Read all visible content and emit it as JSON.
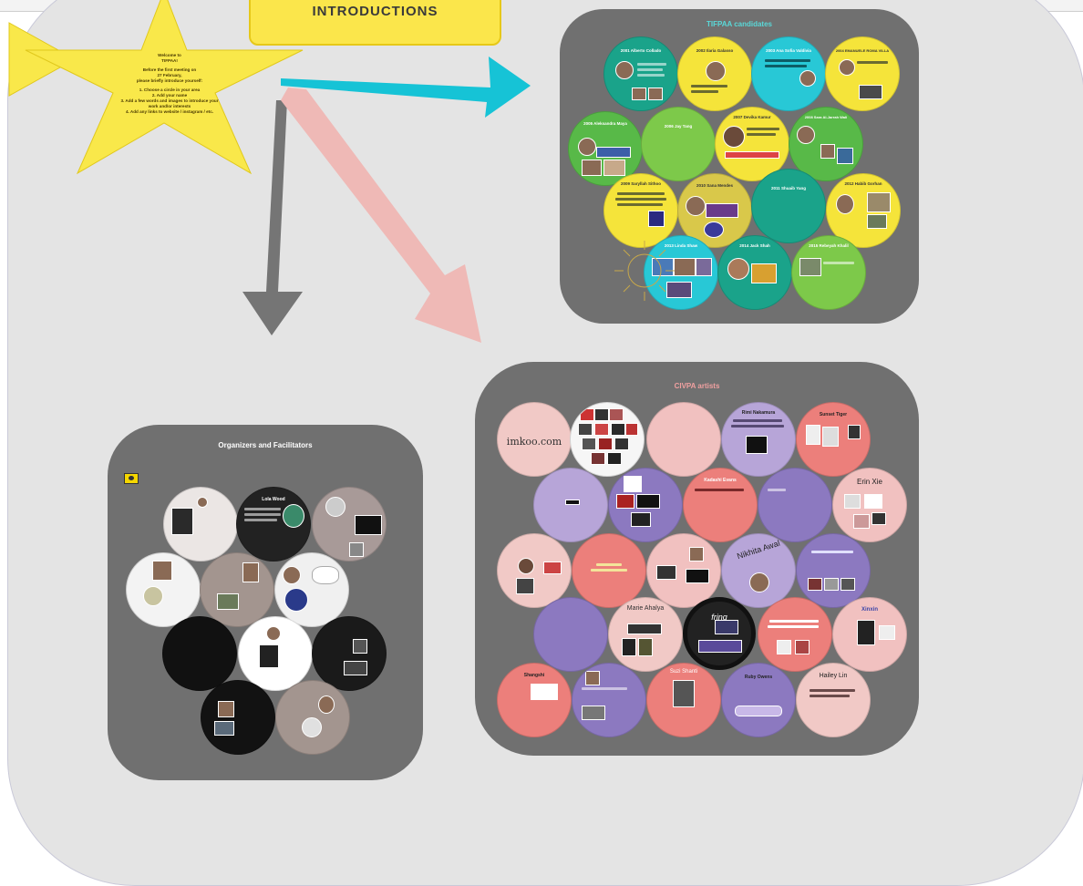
{
  "header": {
    "title": "INTRODUCTIONS"
  },
  "star_note": {
    "lines": [
      "Welcome to",
      "TIFPAA!",
      "Before the first meeting on",
      "27 February,",
      "please briefly introduce yourself:",
      "1. Choose a circle in your area",
      "2. Add your name",
      "3. Add a few words and images to introduce your work and/or interests",
      "4. Add any links to website / instagram / etc."
    ]
  },
  "panels": {
    "top_right": {
      "title": "TIFPAA candidates"
    },
    "organizers": {
      "title": "Organizers and Facilitators"
    },
    "artists": {
      "title": "CIVPA artists"
    }
  },
  "candidate_circles": [
    "2001 Alberto Collado",
    "2002 Ilaria Galasso",
    "2003 Ana Sofia Valdivia",
    "2004 EMANUELE ROMA VILLA",
    "2005 Aleksandra Maya",
    "2006 Jay Tang",
    "2007 Devika Kamur",
    "2008 Sara Al-Jarrah Wali",
    "2009 Saryllah Sithoo",
    "2010 Sana Mendes",
    "2011 Shuaib Yang",
    "2012 Habib Gorhan",
    "2013 Linda Shaw",
    "2014 Jack Shah",
    "2015 Rebeyah Khalil"
  ],
  "organizer_circles": [
    "Lola Wood"
  ],
  "artist_circles": [
    "imkoo.com",
    "Rimi Nakamura",
    "Sunset Tiger",
    "Kadashi Evans",
    "Erin Xie",
    "Nikhita Awal",
    "Marie Ahalya",
    "fring",
    "Xinxin",
    "Hailey Lin",
    "Shangshi",
    "Suzi Shanti",
    "Ruby Owens"
  ],
  "colors": {
    "board": "#e4e4e4",
    "panel": "#707070",
    "star": "#f9e84a",
    "arrow_cyan": "#16c3d6",
    "arrow_gray": "#757575",
    "arrow_pink": "#efb9b6",
    "artists_title": "#f0a0a0",
    "candidates_title": "#5ad8d8"
  }
}
